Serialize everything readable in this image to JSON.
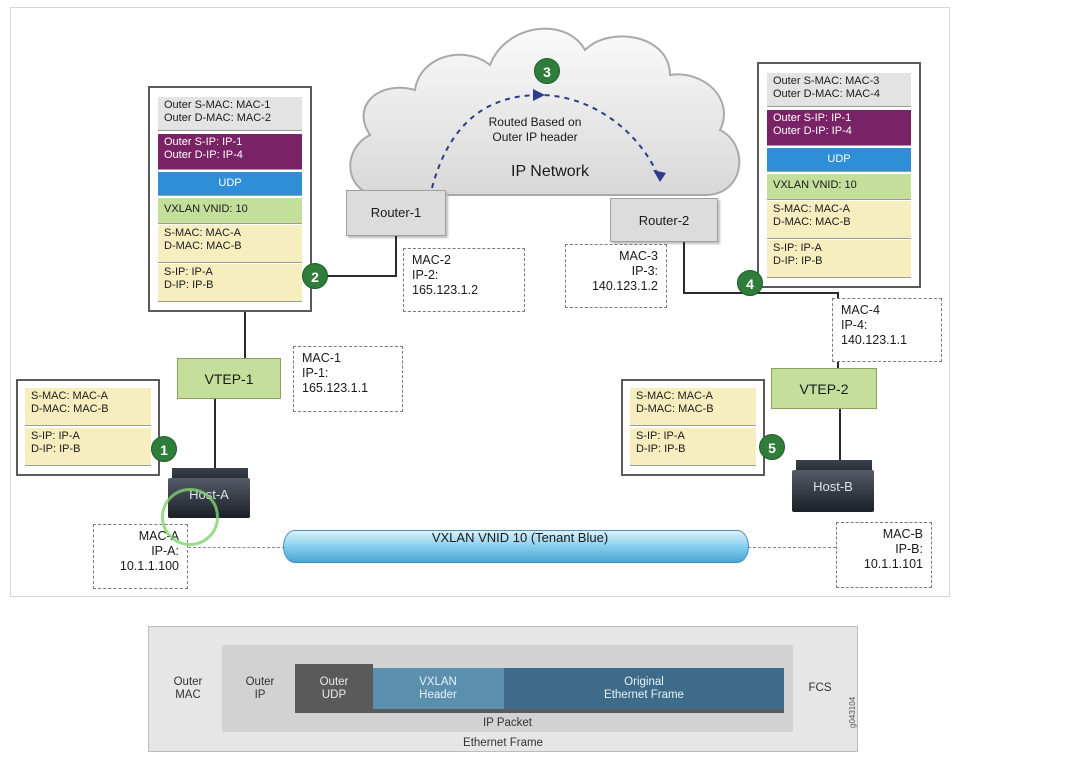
{
  "diagram": {
    "cloud_label": "IP Network",
    "route_note": [
      "Routed Based on",
      "Outer IP header"
    ],
    "tunnel_label": "VXLAN VNID 10 (Tenant Blue)",
    "badges": [
      "1",
      "2",
      "3",
      "4",
      "5"
    ],
    "routers": {
      "r1": "Router-1",
      "r2": "Router-2"
    },
    "vteps": {
      "v1": "VTEP-1",
      "v2": "VTEP-2"
    },
    "hosts": {
      "a": "Host-A",
      "b": "Host-B"
    },
    "left_stack": {
      "outer_mac": [
        "Outer S-MAC: MAC-1",
        "Outer D-MAC: MAC-2"
      ],
      "outer_ip": [
        "Outer S-IP: IP-1",
        "Outer D-IP: IP-4"
      ],
      "udp": "UDP",
      "vxlan": "VXLAN VNID: 10",
      "inner_mac": [
        "S-MAC: MAC-A",
        "D-MAC: MAC-B"
      ],
      "inner_ip": [
        "S-IP: IP-A",
        "D-IP: IP-B"
      ]
    },
    "right_stack": {
      "outer_mac": [
        "Outer S-MAC: MAC-3",
        "Outer D-MAC: MAC-4"
      ],
      "outer_ip": [
        "Outer S-IP: IP-1",
        "Outer D-IP: IP-4"
      ],
      "udp": "UDP",
      "vxlan": "VXLAN VNID: 10",
      "inner_mac": [
        "S-MAC: MAC-A",
        "D-MAC: MAC-B"
      ],
      "inner_ip": [
        "S-IP: IP-A",
        "D-IP: IP-B"
      ]
    },
    "host_a_frame": {
      "mac": [
        "S-MAC: MAC-A",
        "D-MAC: MAC-B"
      ],
      "ip": [
        "S-IP: IP-A",
        "D-IP: IP-B"
      ]
    },
    "host_b_frame": {
      "mac": [
        "S-MAC: MAC-A",
        "D-MAC: MAC-B"
      ],
      "ip": [
        "S-IP: IP-A",
        "D-IP: IP-B"
      ]
    },
    "labels": {
      "r1": [
        "MAC-2",
        "IP-2:",
        "165.123.1.2"
      ],
      "r2": [
        "MAC-3",
        "IP-3:",
        "140.123.1.2"
      ],
      "v1": [
        "MAC-1",
        "IP-1:",
        "165.123.1.1"
      ],
      "v2": [
        "MAC-4",
        "IP-4:",
        "140.123.1.1"
      ],
      "ha": [
        "MAC-A",
        "IP-A:",
        "10.1.1.100"
      ],
      "hb": [
        "MAC-B",
        "IP-B:",
        "10.1.1.101"
      ]
    }
  },
  "encapsulation": {
    "outer_mac": [
      "Outer",
      "MAC"
    ],
    "outer_ip": [
      "Outer",
      "IP"
    ],
    "outer_udp": [
      "Outer",
      "UDP"
    ],
    "vxlan_header": [
      "VXLAN",
      "Header"
    ],
    "original_frame": [
      "Original",
      "Ethernet Frame"
    ],
    "fcs": "FCS",
    "ip_packet": "IP Packet",
    "ethernet_frame": "Ethernet Frame",
    "figure_id": "g043104"
  },
  "colors": {
    "purple": "#7a2266",
    "udp_blue": "#2f8fd6",
    "vxlan_green": "#c4de9c",
    "inner_yellow": "#f7eec0",
    "badge_green": "#2f7d3a"
  }
}
